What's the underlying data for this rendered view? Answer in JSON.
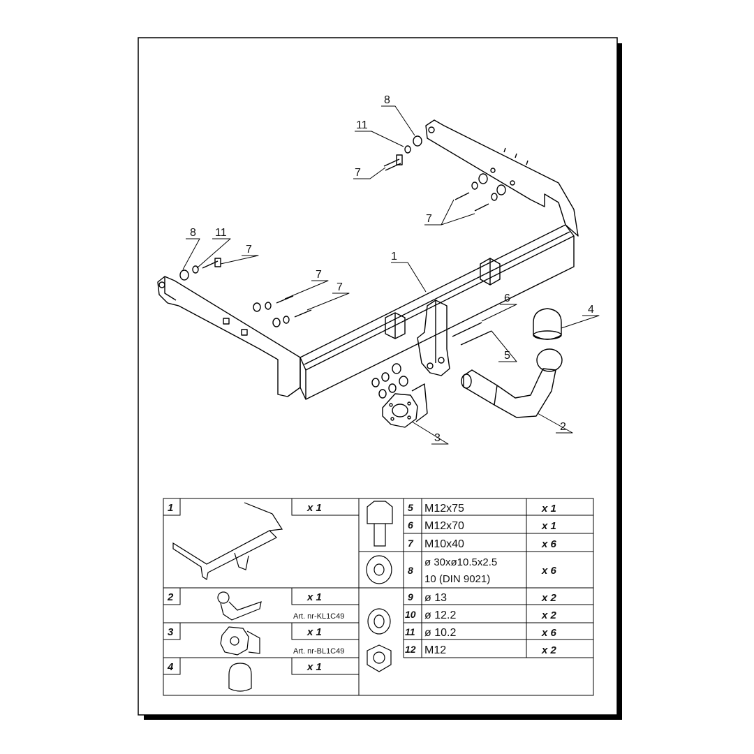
{
  "callouts": {
    "c1": "1",
    "c2": "2",
    "c3": "3",
    "c4": "4",
    "c5": "5",
    "c6": "6",
    "c7a": "7",
    "c7b": "7",
    "c7c": "7",
    "c7d": "7",
    "c7e": "7",
    "c8a": "8",
    "c8b": "8",
    "c11a": "11",
    "c11b": "11"
  },
  "parts_left": [
    {
      "no": "1",
      "qty": "x 1",
      "art": ""
    },
    {
      "no": "2",
      "qty": "x 1",
      "art": "Art. nr-KL1C49"
    },
    {
      "no": "3",
      "qty": "x 1",
      "art": "Art. nr-BL1C49"
    },
    {
      "no": "4",
      "qty": "x 1",
      "art": ""
    }
  ],
  "parts_right": [
    {
      "no": "5",
      "desc": "M12x75",
      "desc2": "",
      "qty": "x 1"
    },
    {
      "no": "6",
      "desc": "M12x70",
      "desc2": "",
      "qty": "x 1"
    },
    {
      "no": "7",
      "desc": "M10x40",
      "desc2": "",
      "qty": "x 6"
    },
    {
      "no": "8",
      "desc": "ø 30xø10.5x2.5",
      "desc2": "10  (DIN 9021)",
      "qty": "x 6"
    },
    {
      "no": "9",
      "desc": "ø 13",
      "desc2": "",
      "qty": "x 2"
    },
    {
      "no": "10",
      "desc": "ø 12.2",
      "desc2": "",
      "qty": "x 2"
    },
    {
      "no": "11",
      "desc": "ø 10.2",
      "desc2": "",
      "qty": "x 6"
    },
    {
      "no": "12",
      "desc": "M12",
      "desc2": "",
      "qty": "x 2"
    }
  ]
}
